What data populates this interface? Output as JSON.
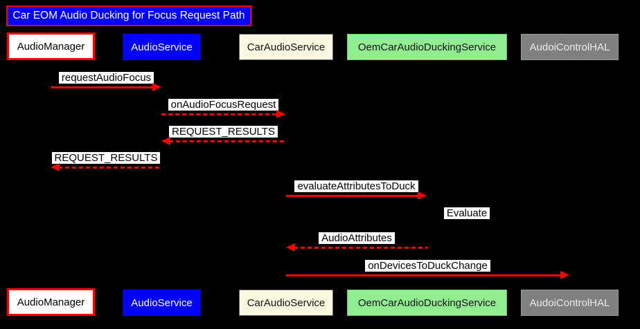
{
  "diagram": {
    "type": "sequence-diagram",
    "title": "Car EOM Audio Ducking for Focus Request Path"
  },
  "participants": [
    {
      "name": "AudioManager",
      "fill": "#ffffff",
      "text_color": "#000000",
      "border": "#ff0000"
    },
    {
      "name": "AudioService",
      "fill": "#0000ff",
      "text_color": "#ffffff",
      "border": "#0000ff"
    },
    {
      "name": "CarAudioService",
      "fill": "#fbf8e2",
      "text_color": "#111111",
      "border": "#666666"
    },
    {
      "name": "OemCarAudioDuckingService",
      "fill": "#90ee90",
      "text_color": "#111111",
      "border": "#6cc76c"
    },
    {
      "name": "AudoiControlHAL",
      "fill": "#808080",
      "text_color": "#ebebeb",
      "border": "#9b9b9b"
    }
  ],
  "messages": [
    {
      "label": "requestAudioFocus",
      "from": "AudioManager",
      "to": "AudioService",
      "style": "solid"
    },
    {
      "label": "onAudioFocusRequest",
      "from": "AudioService",
      "to": "CarAudioService",
      "style": "dashed"
    },
    {
      "label": "REQUEST_RESULTS",
      "from": "CarAudioService",
      "to": "AudioService",
      "style": "dashed"
    },
    {
      "label": "REQUEST_RESULTS",
      "from": "AudioService",
      "to": "AudioManager",
      "style": "dashed"
    },
    {
      "label": "evaluateAttributesToDuck",
      "from": "CarAudioService",
      "to": "OemCarAudioDuckingService",
      "style": "solid"
    },
    {
      "label": "Evaluate",
      "from": "OemCarAudioDuckingService",
      "to": "OemCarAudioDuckingService",
      "style": "self"
    },
    {
      "label": "AudioAttributes",
      "from": "OemCarAudioDuckingService",
      "to": "CarAudioService",
      "style": "dashed"
    },
    {
      "label": "onDevicesToDuckChange",
      "from": "CarAudioService",
      "to": "AudoiControlHAL",
      "style": "solid"
    }
  ],
  "colors": {
    "background": "#000000",
    "arrow": "#ff0000",
    "title_bg": "#0000ff",
    "title_border": "#ff0000",
    "title_text": "#ffffff",
    "label_bg": "#ffffff",
    "label_text": "#000000"
  }
}
